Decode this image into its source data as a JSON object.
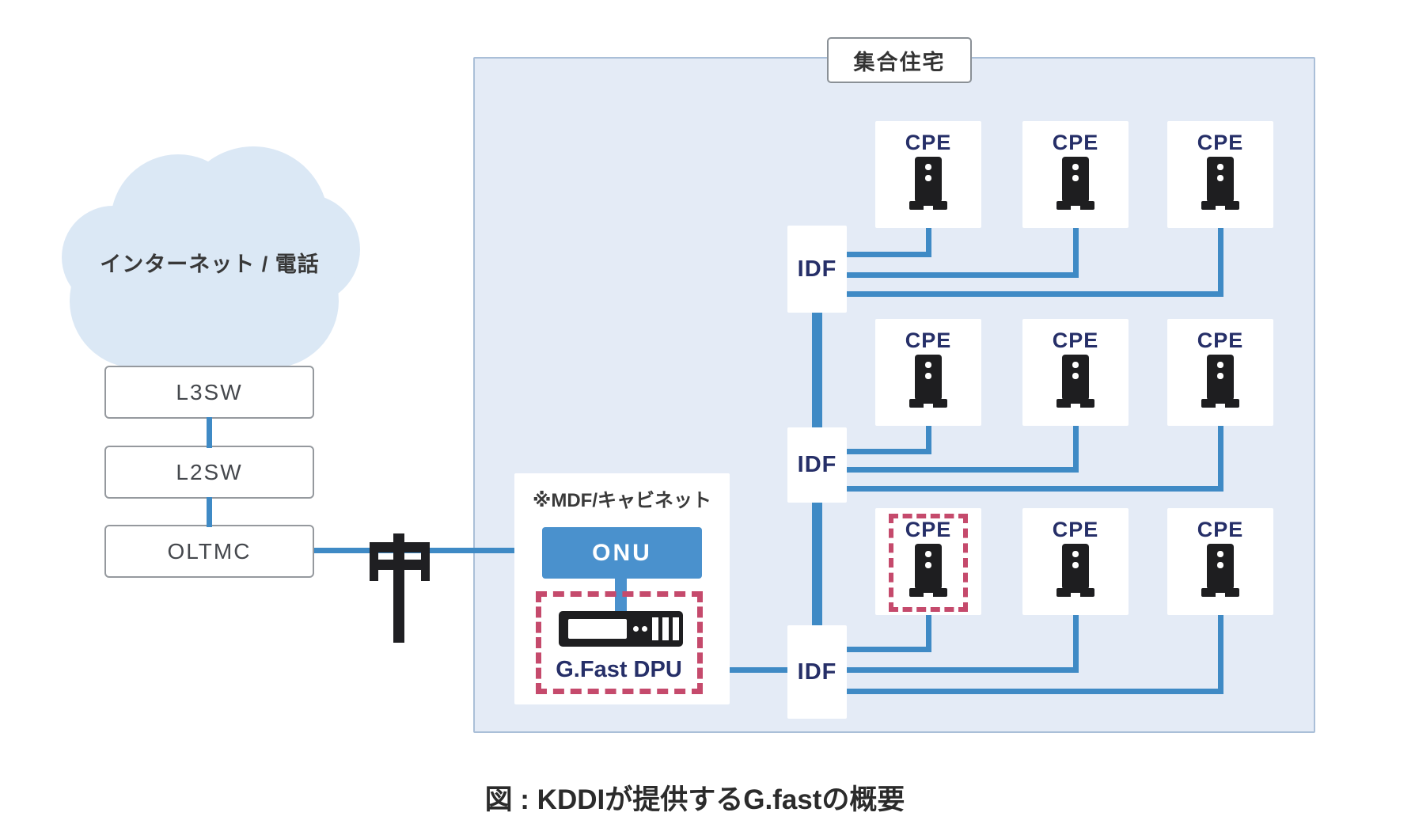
{
  "caption": "図 : KDDIが提供するG.fastの概要",
  "cloud": {
    "label": "インターネット / 電話"
  },
  "core": {
    "nodes": [
      {
        "label": "L3SW"
      },
      {
        "label": "L2SW"
      },
      {
        "label": "OLTMC"
      }
    ]
  },
  "building": {
    "label": "集合住宅",
    "mdf": {
      "label": "※MDF/キャビネット",
      "onu_label": "ONU",
      "dpu_label": "G.Fast DPU"
    },
    "idfs": [
      {
        "label": "IDF"
      },
      {
        "label": "IDF"
      },
      {
        "label": "IDF"
      }
    ],
    "cpe_rows": [
      {
        "cpes": [
          {
            "label": "CPE"
          },
          {
            "label": "CPE"
          },
          {
            "label": "CPE"
          }
        ]
      },
      {
        "cpes": [
          {
            "label": "CPE"
          },
          {
            "label": "CPE"
          },
          {
            "label": "CPE"
          }
        ]
      },
      {
        "cpes": [
          {
            "label": "CPE"
          },
          {
            "label": "CPE"
          },
          {
            "label": "CPE"
          }
        ]
      }
    ],
    "highlighted_cpe": {
      "row": 3,
      "column": 1
    }
  },
  "icons": {
    "cloud": "internet-cloud",
    "pole": "utility-pole",
    "cpe": "cpe-modem-device",
    "dpu": "dpu-rack-device"
  },
  "colors": {
    "line_blue": "#3f8ac5",
    "onu_blue": "#4a91cd",
    "container_fill": "#e4ebf6",
    "container_border": "#aabfd8",
    "navy_text": "#262f68",
    "accent_red_dashed": "#c54a6c",
    "device_black": "#1e1e20",
    "cloud_fill": "#dbe8f5"
  }
}
